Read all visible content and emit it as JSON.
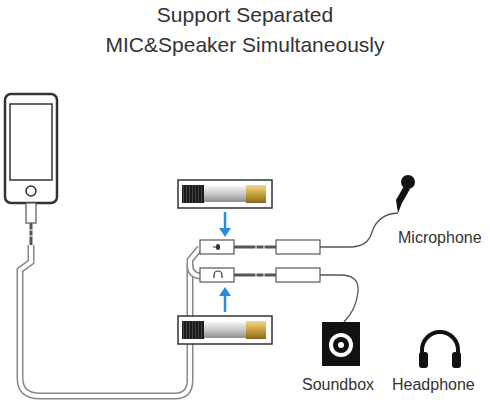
{
  "diagram": {
    "title": "Support Separated MIC&Speaker Simultaneously",
    "labels": [
      "Microphone",
      "Soundbox",
      "Headphone"
    ]
  }
}
